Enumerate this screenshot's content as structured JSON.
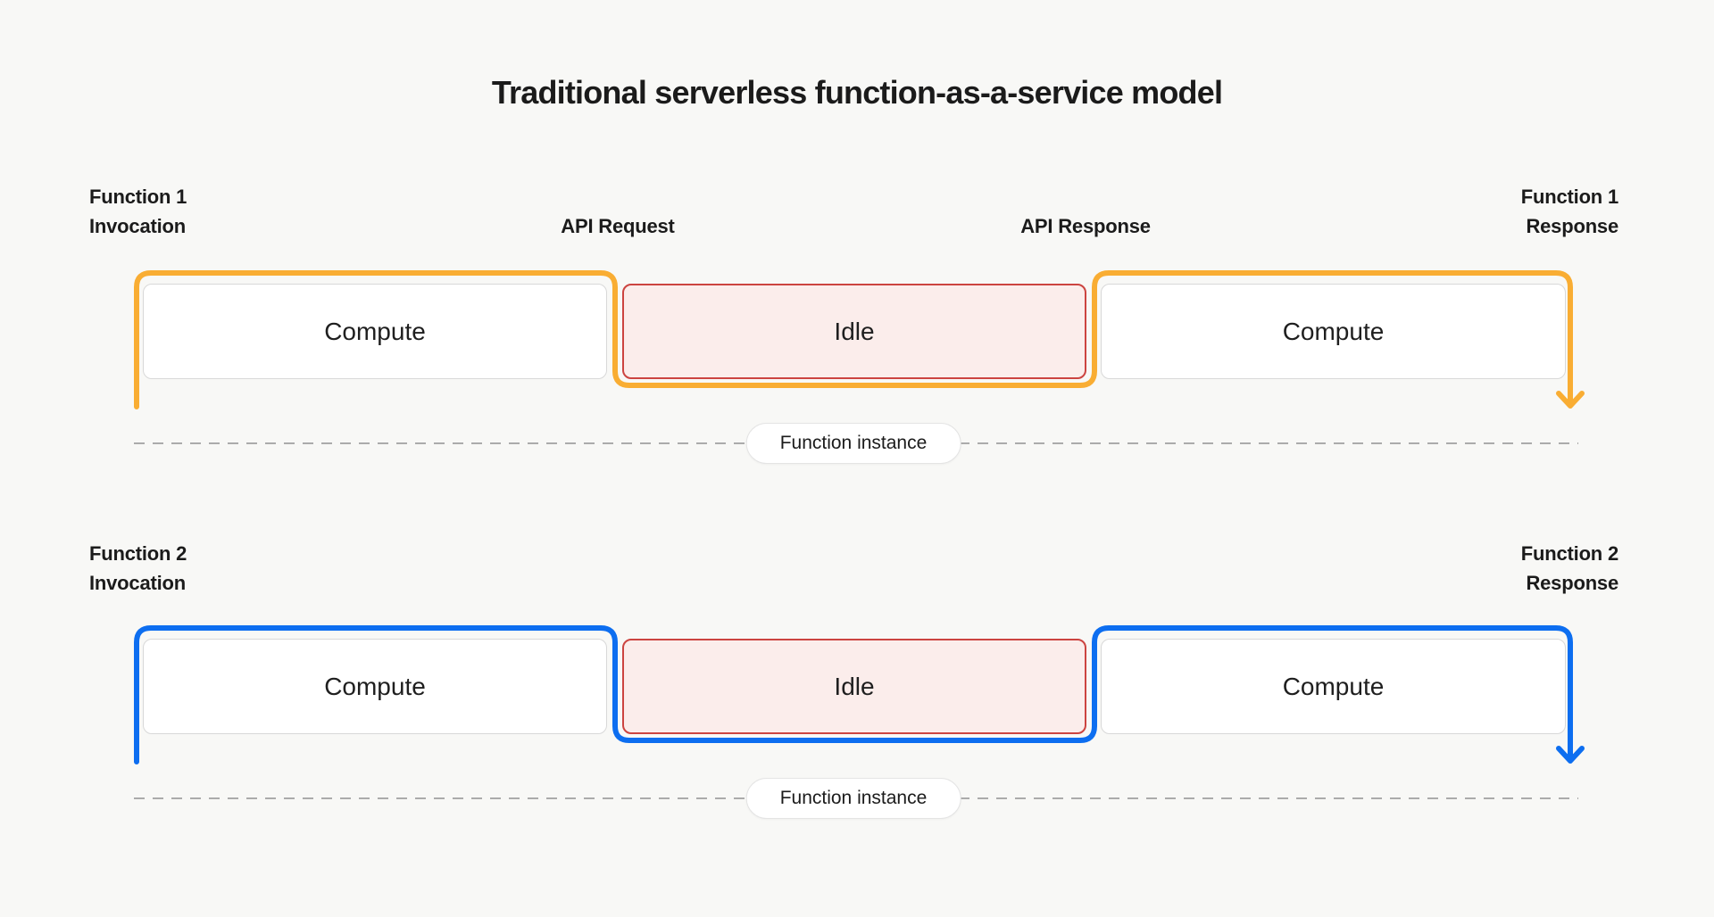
{
  "title": "Traditional serverless function-as-a-service model",
  "colors": {
    "background": "#F8F8F6",
    "text": "#1B1B1B",
    "function1_accent": "#F9AD33",
    "function2_accent": "#0D6EF0",
    "compute_box_bg": "#FFFFFF",
    "compute_box_border": "#D8D8D8",
    "idle_box_bg": "#FBEDEB",
    "idle_box_border": "#CC4440",
    "dashed_line": "#ABABAB",
    "pill_bg": "#FFFFFF",
    "pill_border": "#E4E4E4"
  },
  "function1": {
    "invocation_line1": "Function 1",
    "invocation_line2": "Invocation",
    "api_request_label": "API Request",
    "api_response_label": "API Response",
    "response_line1": "Function 1",
    "response_line2": "Response",
    "segment1": "Compute",
    "segment2": "Idle",
    "segment3": "Compute",
    "instance_label": "Function instance"
  },
  "function2": {
    "invocation_line1": "Function 2",
    "invocation_line2": "Invocation",
    "response_line1": "Function 2",
    "response_line2": "Response",
    "segment1": "Compute",
    "segment2": "Idle",
    "segment3": "Compute",
    "instance_label": "Function instance"
  }
}
